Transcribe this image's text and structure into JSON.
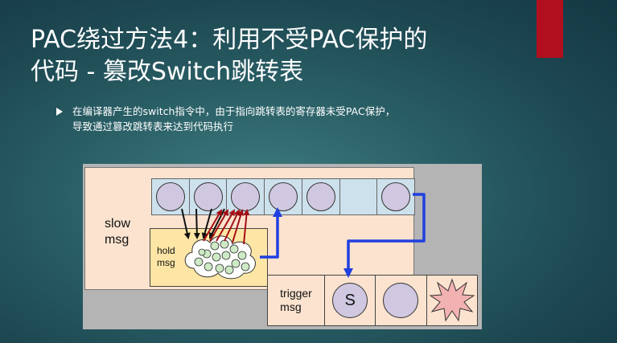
{
  "slide": {
    "title_line1": "PAC绕过方法4：利用不受PAC保护的",
    "title_line2": "代码 - 篡改Switch跳转表",
    "bullet_line1": "在编译器产生的switch指令中，由于指向跳转表的寄存器未受PAC保护，",
    "bullet_line2": "导致通过篡改跳转表来达到代码执行",
    "accent_color": "#b10f1d"
  },
  "diagram": {
    "slow_label_line1": "slow",
    "slow_label_line2": "msg",
    "hold_label_line1": "hold",
    "hold_label_line2": "msg",
    "trigger_label_line1": "trigger",
    "trigger_label_line2": "msg",
    "trigger_slot_letter": "S",
    "queue_slots_filled": [
      true,
      true,
      true,
      true,
      true,
      false,
      true
    ],
    "colors": {
      "queue_fill": "#cce1ec",
      "slow_fill": "#fbe3cf",
      "hold_fill": "#fde6a5",
      "circle_fill": "#d0c8e0",
      "blue_arrow": "#1f3fe0",
      "red_arrow": "#a30f14",
      "black_arrow": "#111111",
      "burst_fill": "#f2b2b2"
    }
  }
}
